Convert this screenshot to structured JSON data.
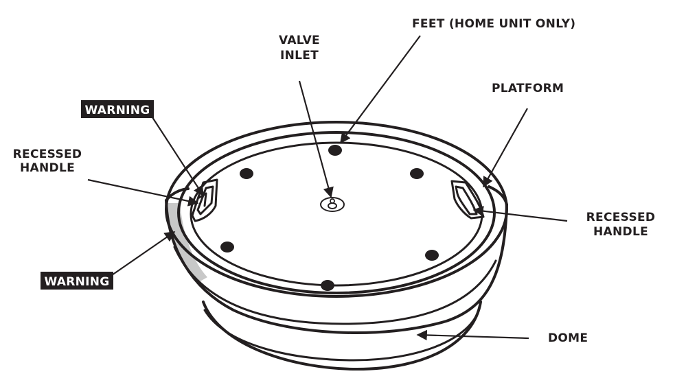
{
  "labels": {
    "feet": "FEET (HOME UNIT ONLY)",
    "valve_inlet_line1": "VALVE",
    "valve_inlet_line2": "INLET",
    "platform": "PLATFORM",
    "warning_top": "WARNING",
    "recessed_handle_left_line1": "RECESSED",
    "recessed_handle_left_line2": "HANDLE",
    "warning_bottom": "WARNING",
    "recessed_handle_right_line1": "RECESSED",
    "recessed_handle_right_line2": "HANDLE",
    "dome": "DOME"
  },
  "colors": {
    "ink": "#231f20",
    "warning_band": "#c8c8c8",
    "background": "#ffffff"
  }
}
